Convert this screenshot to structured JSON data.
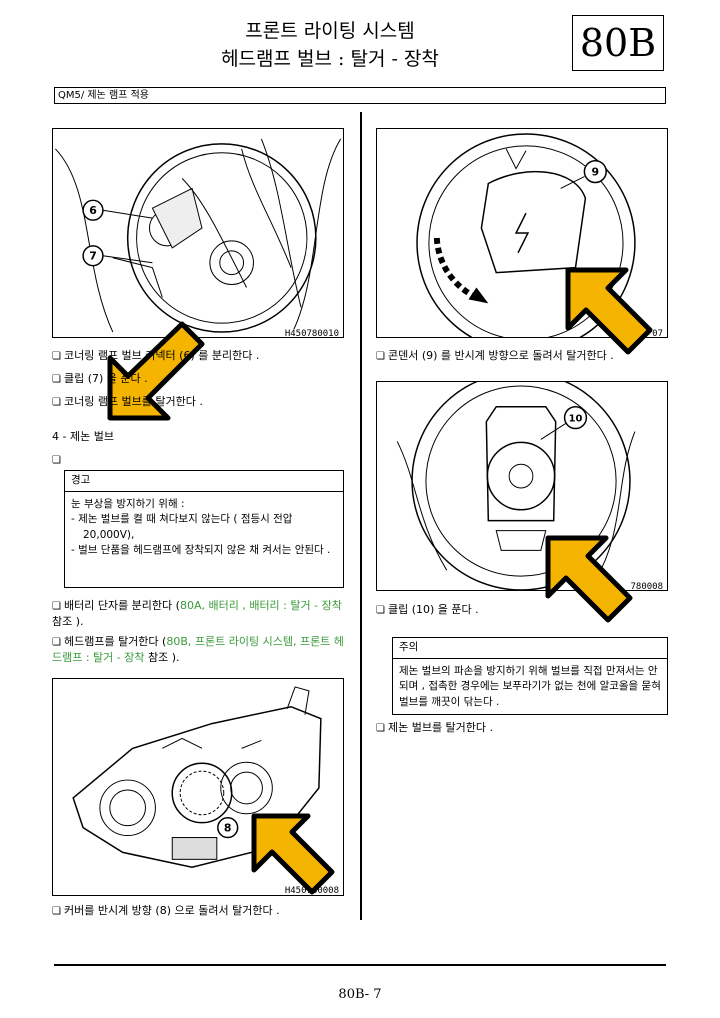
{
  "header": {
    "title_line1": "프론트 라이팅 시스템",
    "title_line2": "헤드램프 벌브 : 탈거 - 장착",
    "section_code": "80B"
  },
  "scope": "QM5/ 제논 램프 적용",
  "figures": {
    "fig1": {
      "ref": "H450780010",
      "callouts": [
        "6",
        "7"
      ]
    },
    "fig2": {
      "ref": "H450780008",
      "callouts": [
        "8"
      ]
    },
    "fig3": {
      "ref": "07",
      "callouts": [
        "9"
      ]
    },
    "fig4": {
      "ref": "780008",
      "callouts": [
        "10"
      ]
    }
  },
  "left_steps": {
    "s1": "코너링 램프 벌브 커넥터 (6) 를 분리한다 .",
    "s2": "클립 (7) 을 푼다 .",
    "s3": "코너링 램프 벌브를 탈거한다 .",
    "section_heading": "4 - 제논 벌브",
    "s4_prefix": "배터리 단자를 분리한다 (",
    "s4_link": "80A, 배터리 , 배터리 : 탈거 - 장착",
    "s4_suffix": " 참조 ).",
    "s5_prefix": "헤드램프를 탈거한다 (",
    "s5_link": "80B, 프론트 라이팅 시스템, 프론트 헤드램프 : 탈거 - 장착",
    "s5_suffix": " 참조 ).",
    "s6": "커버를 반시계 방향 (8) 으로 돌려서 탈거한다 ."
  },
  "warning": {
    "title": "경고",
    "intro": "눈 부상을 방지하기 위해 :",
    "item1": "- 제논 벌브를 켤 때 쳐다보지 않는다 ( 점등시 전압 20,000V),",
    "item2": "- 벌브 단품을 헤드램프에 장착되지 않은 채 켜서는 안된다 ."
  },
  "right_steps": {
    "s1": "콘덴서 (9) 를 반시계 방향으로 돌려서 탈거한다 .",
    "s2": "클립 (10) 을 푼다 .",
    "s3": "제논 벌브를 탈거한다 ."
  },
  "note": {
    "title": "주의",
    "text": "제논 벌브의 파손을 방지하기 위해 벌브를 직접 만져서는 안되며 , 접촉한 경우에는 보푸라기가 없는 천에 알코올을 묻혀 벌브를 깨끗이 닦는다 ."
  },
  "footer": {
    "page": "80B- 7"
  },
  "colors": {
    "arrow_fill": "#f5b400",
    "arrow_stroke": "#000000",
    "link_green": "#3a9a3a"
  }
}
